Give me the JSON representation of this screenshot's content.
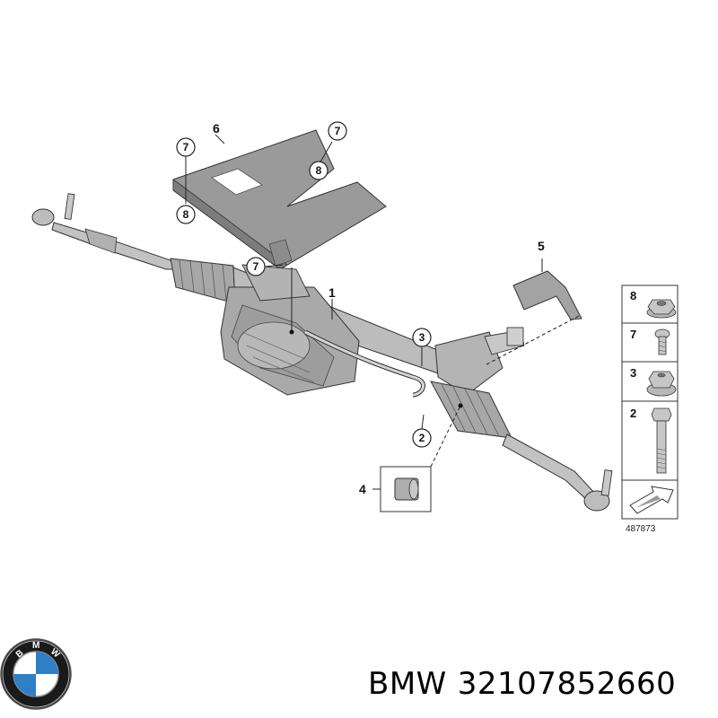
{
  "diagram": {
    "diagram_id": "487873",
    "callouts": [
      {
        "id": "c6",
        "label": "6"
      },
      {
        "id": "c7a",
        "label": "7"
      },
      {
        "id": "c8a",
        "label": "8"
      },
      {
        "id": "c7b",
        "label": "7"
      },
      {
        "id": "c8b",
        "label": "8"
      },
      {
        "id": "c7c",
        "label": "7"
      },
      {
        "id": "c1",
        "label": "1"
      },
      {
        "id": "c3",
        "label": "3"
      },
      {
        "id": "c2",
        "label": "2"
      },
      {
        "id": "c4",
        "label": "4"
      },
      {
        "id": "c5",
        "label": "5"
      }
    ],
    "legend": [
      {
        "label": "8",
        "part": "flange-nut"
      },
      {
        "label": "7",
        "part": "screw"
      },
      {
        "label": "3",
        "part": "self-locking-nut"
      },
      {
        "label": "2",
        "part": "bolt"
      }
    ]
  },
  "brand": {
    "logo_letters": "BMW",
    "name": "BMW",
    "part_number": "32107852660"
  },
  "colors": {
    "line": "#222222",
    "part_fill": "#b5b5b5",
    "cover_fill": "#9a9a9a",
    "logo_blue": "#2f7fc6"
  }
}
